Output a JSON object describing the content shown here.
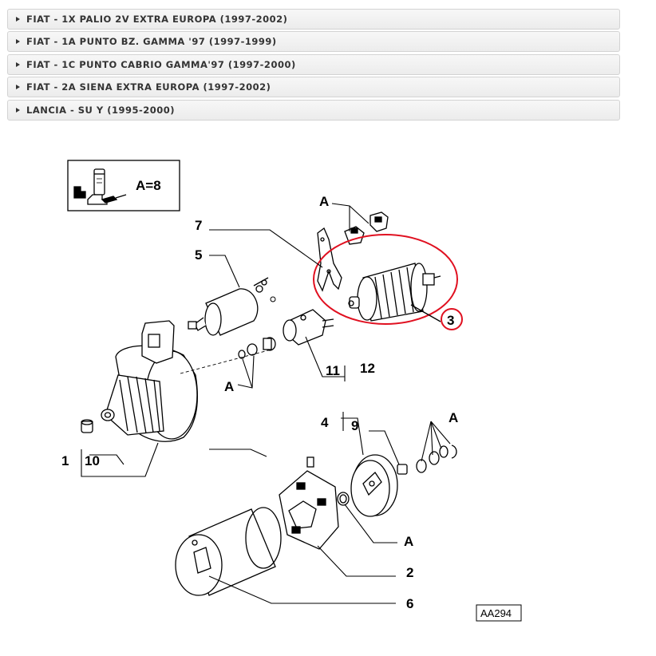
{
  "accordion": [
    {
      "label": "FIAT - 1X PALIO 2V EXTRA EUROPA (1997-2002)"
    },
    {
      "label": "FIAT - 1A PUNTO BZ. GAMMA '97 (1997-1999)"
    },
    {
      "label": "FIAT - 1C PUNTO CABRIO GAMMA'97 (1997-2000)"
    },
    {
      "label": "FIAT - 2A SIENA EXTRA EUROPA (1997-2002)"
    },
    {
      "label": "LANCIA - SU Y (1995-2000)"
    }
  ],
  "diagram": {
    "grease_note": "A=8",
    "labels": {
      "p1": "1",
      "p2": "2",
      "p3": "3",
      "p4": "4",
      "p5": "5",
      "p6": "6",
      "p7": "7",
      "p9": "9",
      "p10": "10",
      "p11": "11",
      "p12": "12",
      "a": "A"
    },
    "reference": "AA294",
    "highlight_color": "#e01020"
  }
}
